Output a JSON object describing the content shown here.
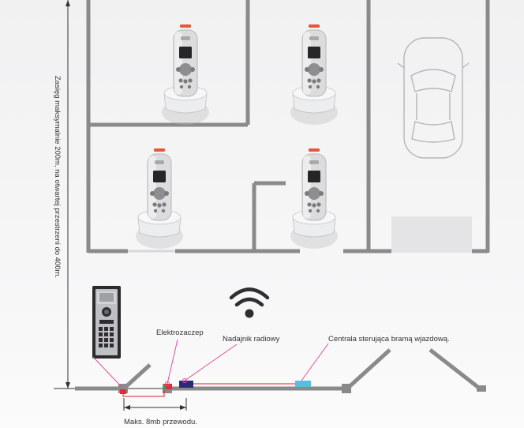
{
  "range_note": "Zasięg maksymalnie 200m, na otwartej przestrzeni do 400m.",
  "labels": {
    "lock": "Elektrozaczep",
    "transmitter": "Nadajnik radiowy",
    "gate_controller": "Centrala sterująca bramą wjazdową.",
    "wire_length": "Maks. 8mb przewodu."
  },
  "icons": [
    "handset-icon",
    "wifi-icon",
    "intercom-panel-icon",
    "car-icon"
  ],
  "colors": {
    "wall": "#8a8a8a",
    "wire": "#d9242a",
    "lock": "#e02b3a",
    "transmitter": "#2b2a7a",
    "controller": "#5bbbe0",
    "handset_accent": "#e7553a"
  }
}
